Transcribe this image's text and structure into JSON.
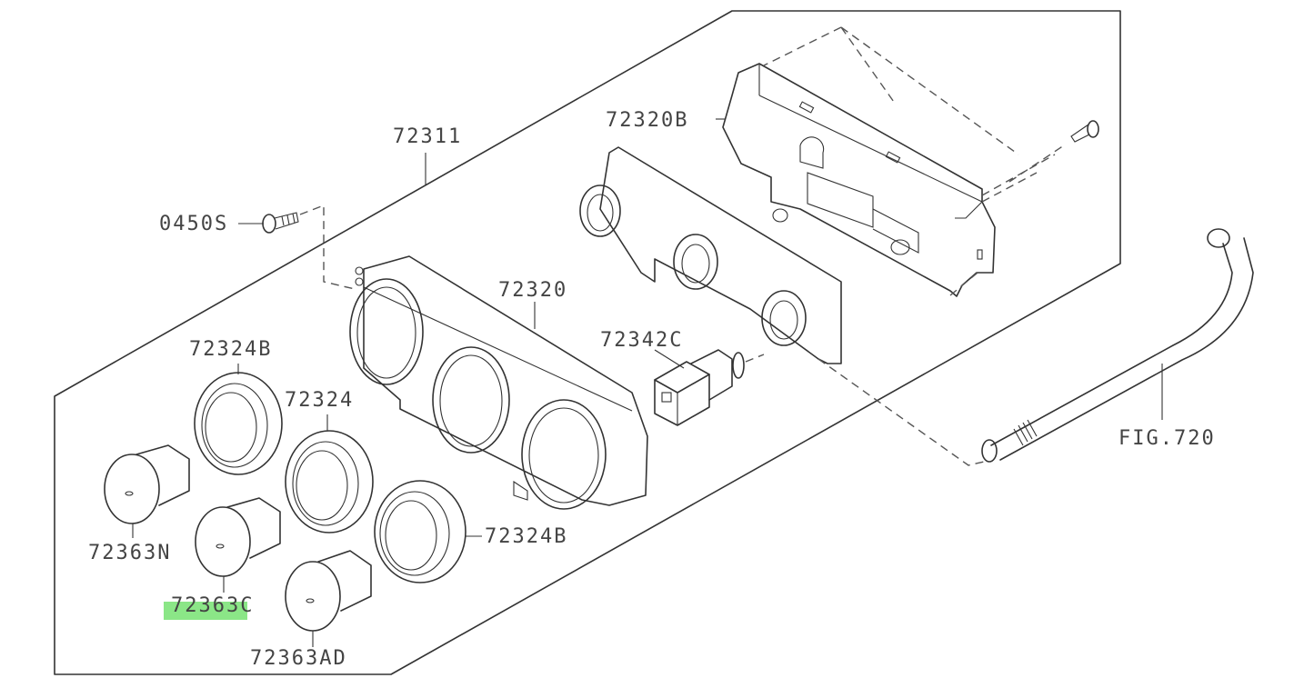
{
  "diagram": {
    "type": "exploded-parts-diagram",
    "subject": "Heater / A/C control panel assembly",
    "accent_highlight_color": "#7ee37a",
    "line_color": "#333333",
    "labels": [
      {
        "id": "assy",
        "text": "72311"
      },
      {
        "id": "screw-left",
        "text": "0450S"
      },
      {
        "id": "rear-unit",
        "text": "72320B"
      },
      {
        "id": "bezel",
        "text": "72320"
      },
      {
        "id": "connector",
        "text": "72342C"
      },
      {
        "id": "ring-b-top",
        "text": "72324B"
      },
      {
        "id": "ring-center",
        "text": "72324"
      },
      {
        "id": "ring-b-bottom",
        "text": "72324B"
      },
      {
        "id": "knob-n",
        "text": "72363N"
      },
      {
        "id": "knob-c",
        "text": "72363C"
      },
      {
        "id": "knob-ad",
        "text": "72363AD"
      },
      {
        "id": "hose-ref",
        "text": "FIG.720"
      }
    ],
    "highlighted_label": "72363C"
  }
}
